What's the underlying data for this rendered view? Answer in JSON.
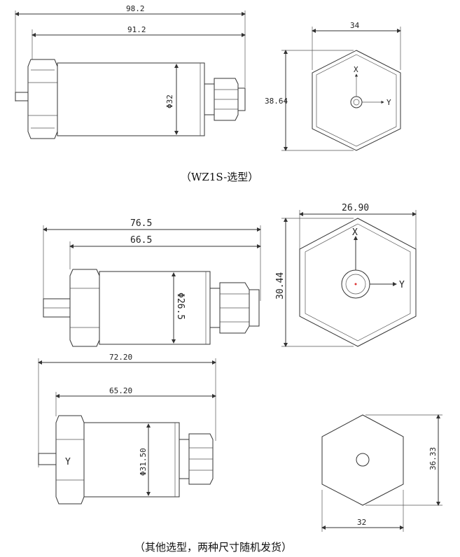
{
  "drawing1": {
    "overall_length": "98.2",
    "body_length": "91.2",
    "diameter": "Φ32",
    "width": "34",
    "height": "38.64",
    "caption": "（WZ1S-选型）"
  },
  "drawing2": {
    "overall_length": "76.5",
    "body_length": "66.5",
    "diameter": "Φ26.5",
    "width": "26.90",
    "height": "30.44"
  },
  "drawing3": {
    "overall_length": "72.20",
    "body_length": "65.20",
    "diameter": "Φ31.50",
    "width": "32",
    "height": "36.33",
    "caption": "（其他选型，两种尺寸随机发货）",
    "hex_mark": "Y"
  },
  "axis_labels": {
    "x": "X",
    "y": "Y"
  }
}
